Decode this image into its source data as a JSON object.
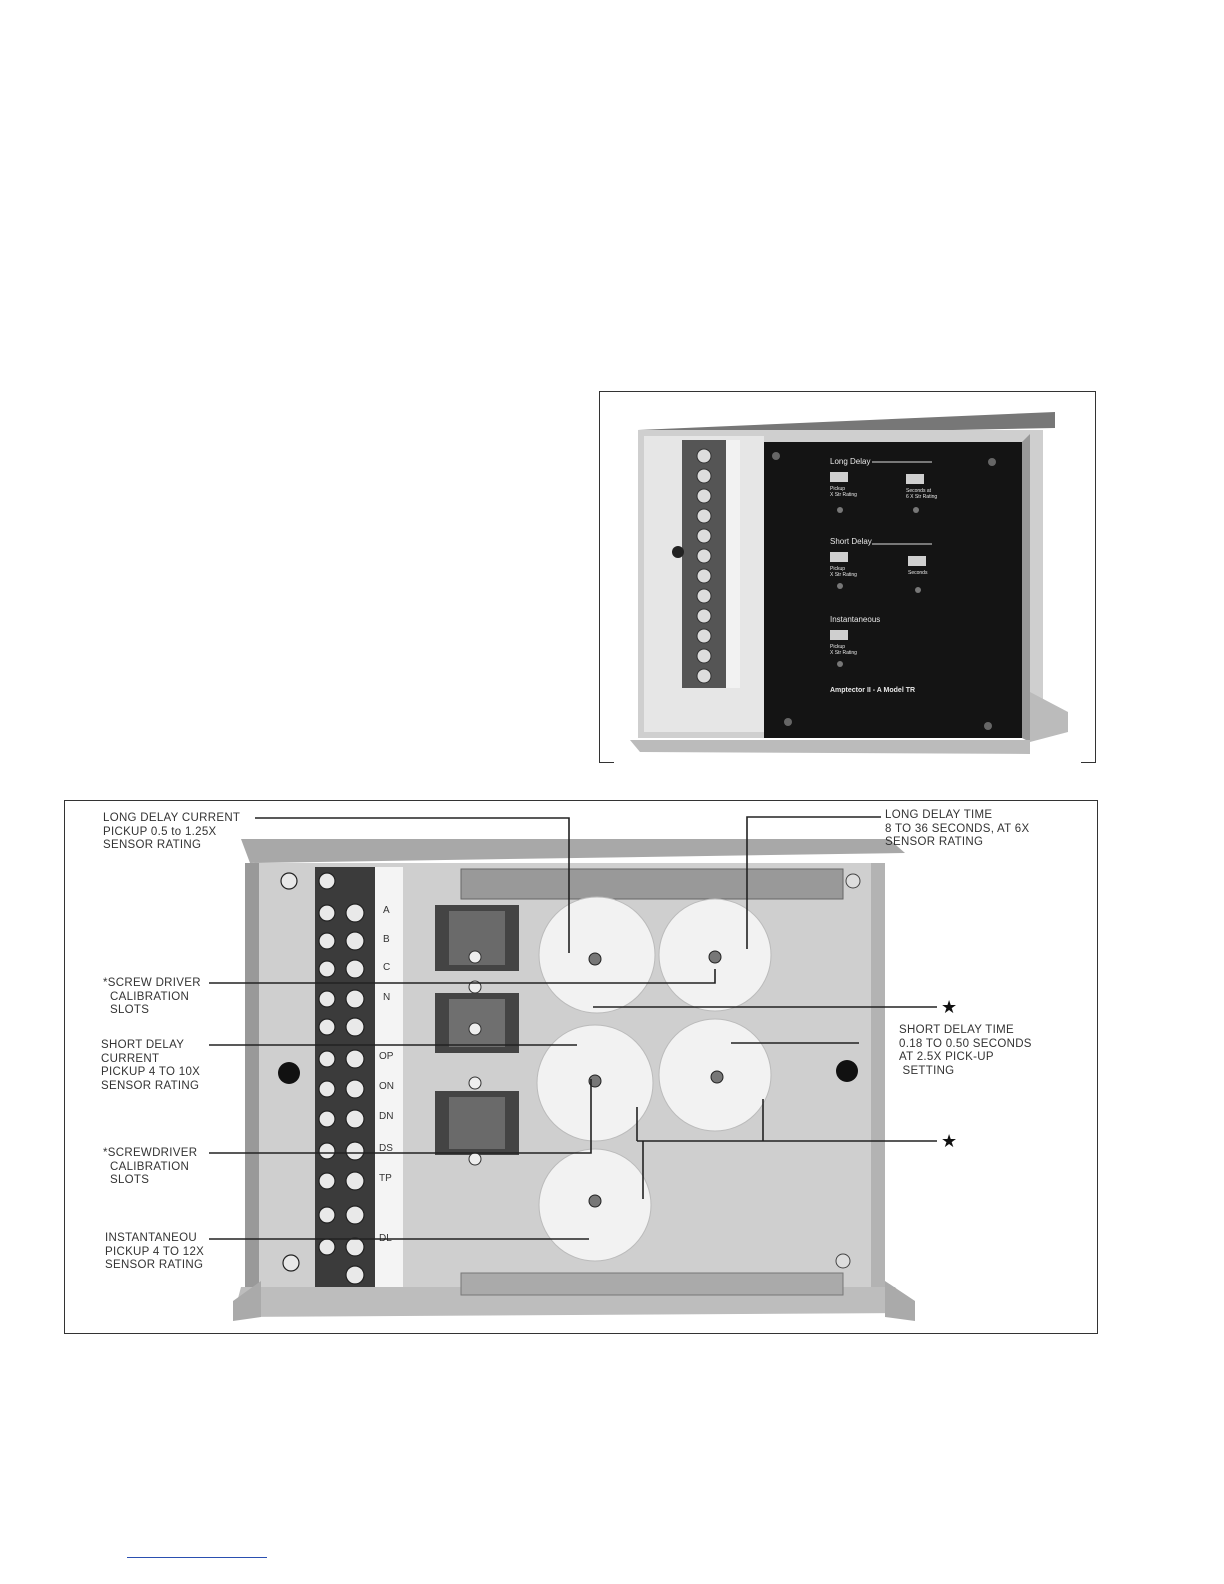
{
  "photo": {
    "plate": {
      "long_delay": "Long Delay",
      "ld_pickup": "Pickup",
      "ld_pickup_sub": "X Str Rating",
      "ld_seconds": "Seconds at",
      "ld_seconds_sub": "6 X Str Rating",
      "short_delay": "Short Delay",
      "sd_pickup": "Pickup",
      "sd_pickup_sub": "X Str Rating",
      "sd_seconds": "Seconds",
      "instantaneous": "Instantaneous",
      "inst_pickup": "Pickup",
      "inst_pickup_sub": "X Str Rating",
      "model": "Amptector II - A Model TR"
    }
  },
  "diagram": {
    "callouts": {
      "long_delay_current": "LONG DELAY CURRENT\nPICKUP 0.5 to 1.25X\nSENSOR RATING",
      "long_delay_time": "LONG DELAY TIME\n8 TO 36 SECONDS, AT 6X\nSENSOR RATING",
      "screw_driver_slots": "*SCREW DRIVER\n  CALIBRATION\n  SLOTS",
      "short_delay_current": "SHORT DELAY\nCURRENT\nPICKUP 4 TO 10X\nSENSOR RATING",
      "short_delay_time": "SHORT DELAY TIME\n0.18 TO 0.50 SECONDS\nAT 2.5X PICK-UP\n SETTING",
      "screwdriver_slots": "*SCREWDRIVER\n  CALIBRATION\n  SLOTS",
      "instantaneous": "INSTANTANEOU\nPICKUP 4 TO 12X\nSENSOR RATING"
    },
    "star_symbol": "★",
    "terminals": [
      "A",
      "B",
      "C",
      "N",
      "OP",
      "ON",
      "DN",
      "DS",
      "TP",
      "DL"
    ]
  }
}
